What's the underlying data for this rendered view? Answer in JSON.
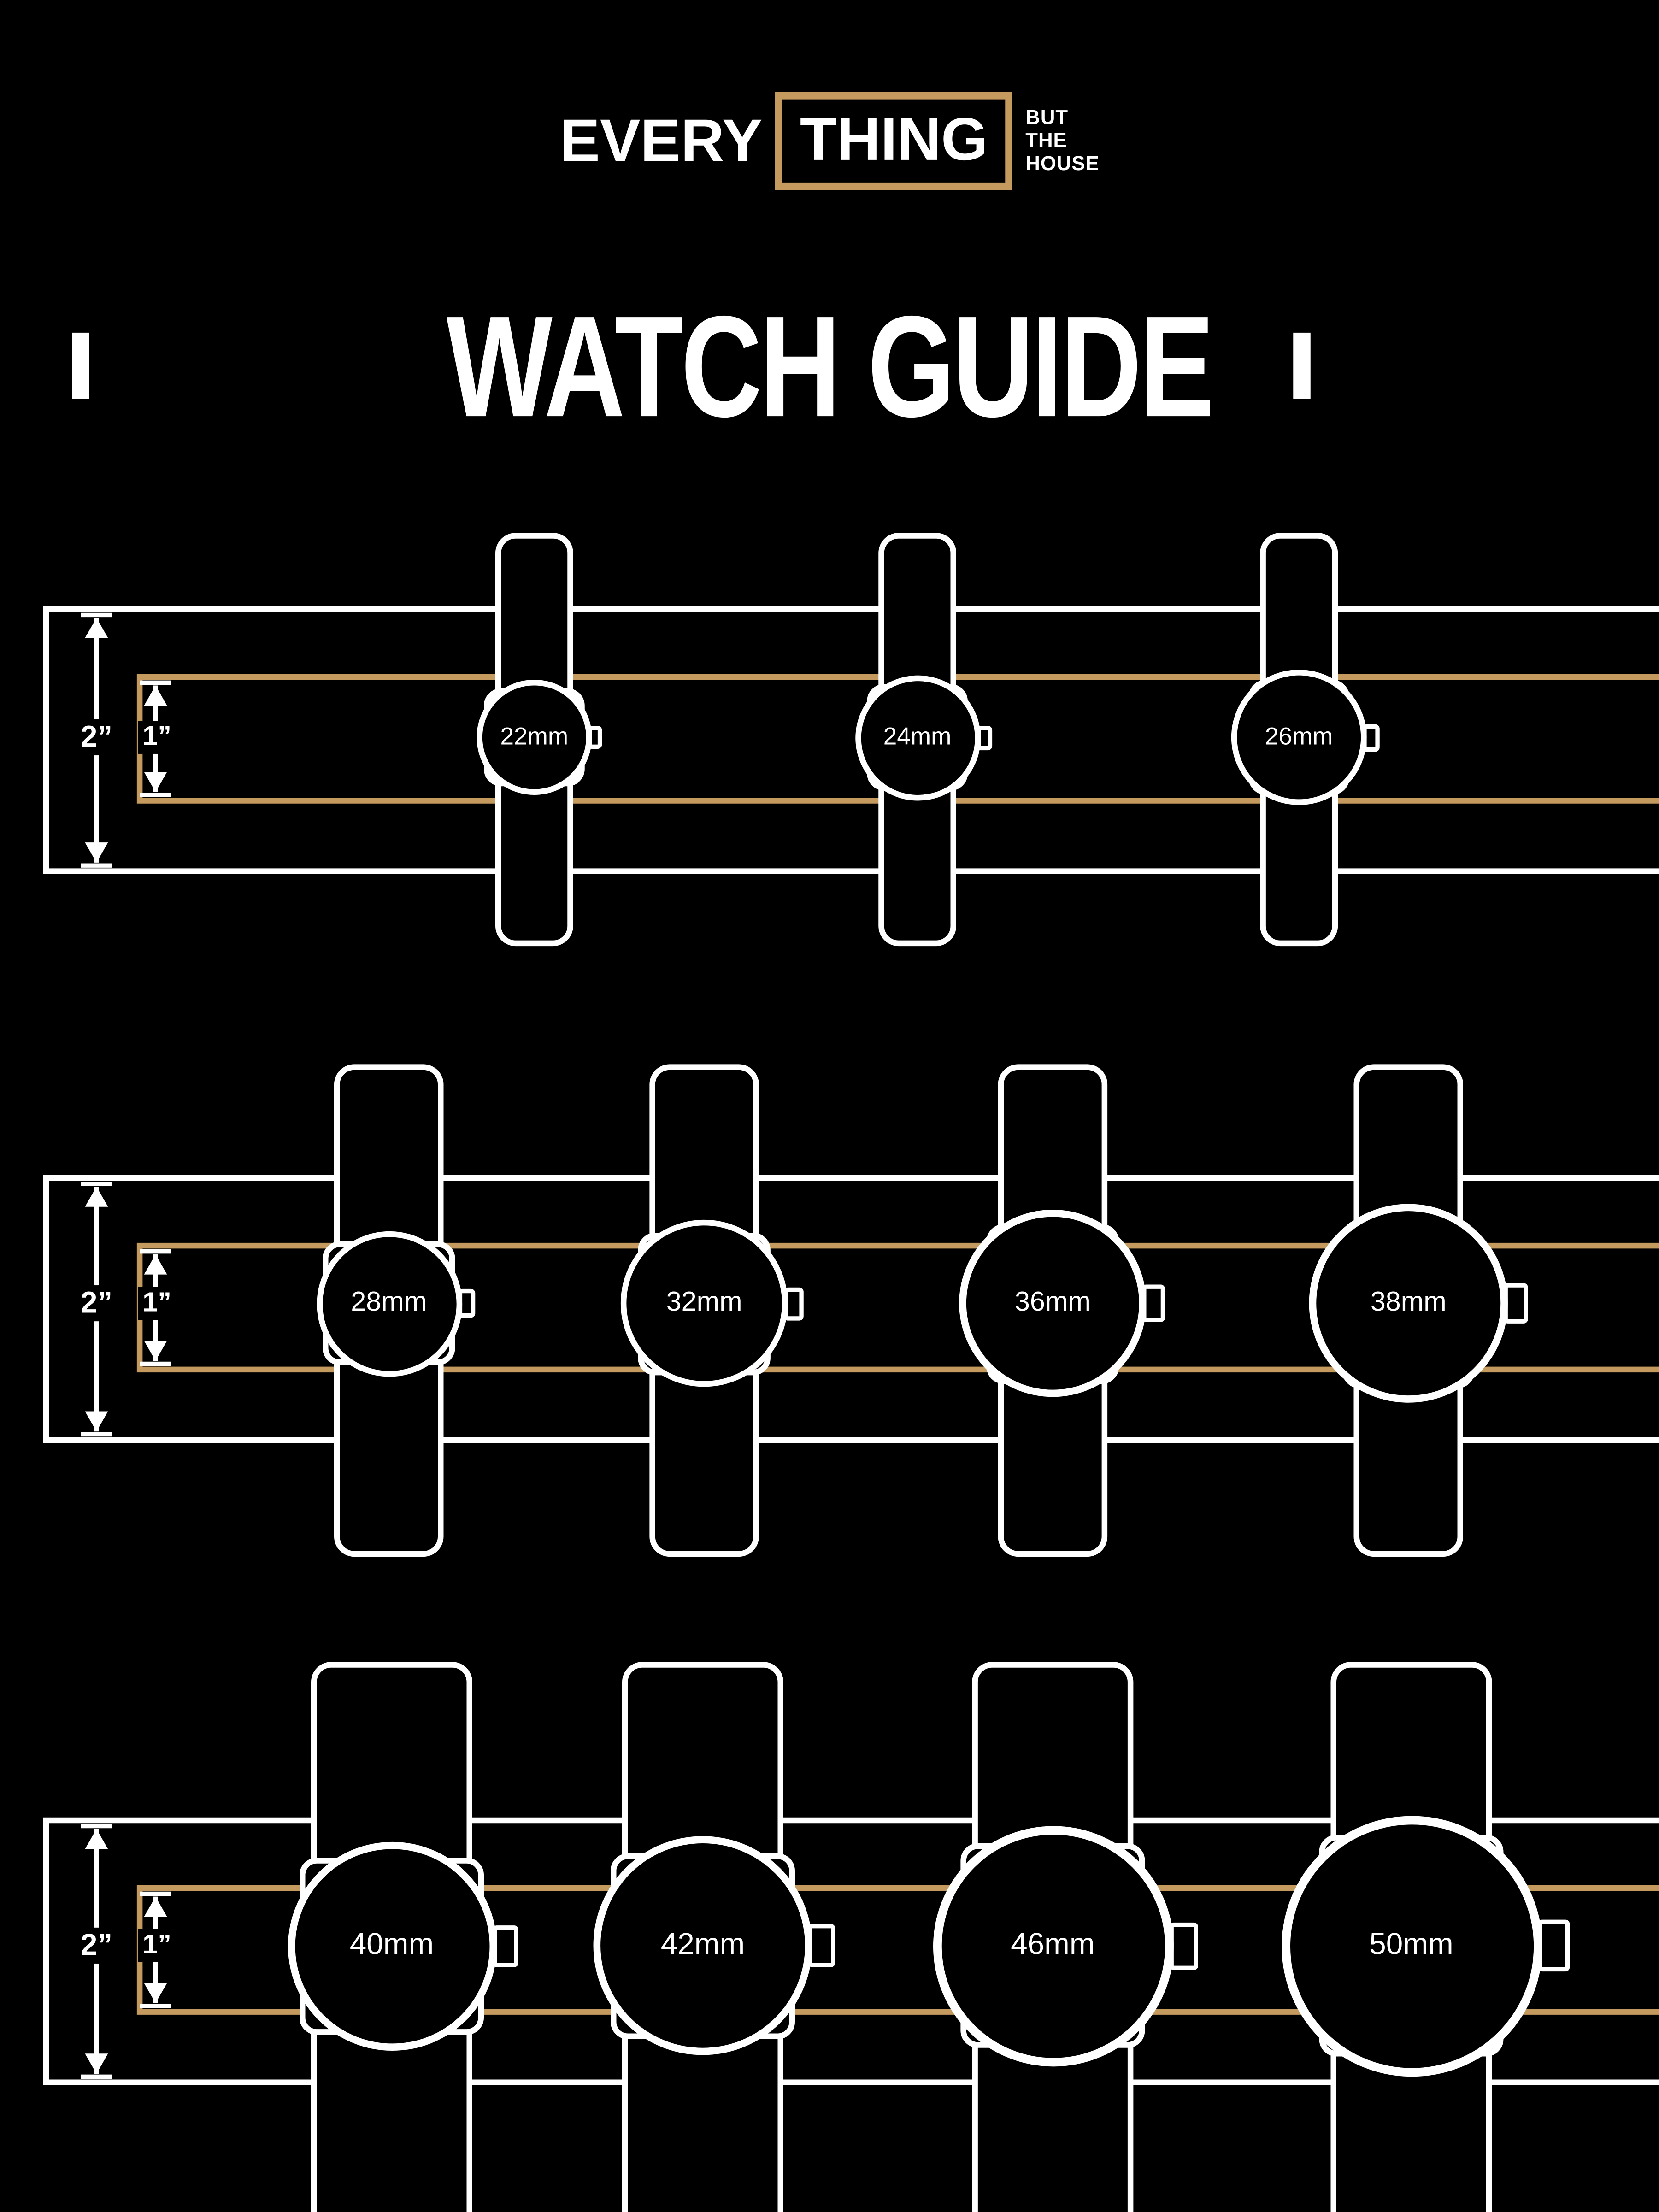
{
  "logo": {
    "every": "EVERY",
    "thing": "THING",
    "but": "BUT",
    "the": "THE",
    "house": "HOUSE"
  },
  "title": "WATCH GUIDE",
  "colors": {
    "background": "#000000",
    "accent_tan": "#C59A5F",
    "line_white": "#FFFFFF"
  },
  "dimension_labels": {
    "outer_band": "2”",
    "inner_band": "1”"
  },
  "rows": [
    {
      "watches": [
        {
          "mm": 22,
          "label": "22mm"
        },
        {
          "mm": 24,
          "label": "24mm"
        },
        {
          "mm": 26,
          "label": "26mm"
        }
      ]
    },
    {
      "watches": [
        {
          "mm": 28,
          "label": "28mm"
        },
        {
          "mm": 32,
          "label": "32mm"
        },
        {
          "mm": 36,
          "label": "36mm"
        },
        {
          "mm": 38,
          "label": "38mm"
        }
      ]
    },
    {
      "watches": [
        {
          "mm": 40,
          "label": "40mm"
        },
        {
          "mm": 42,
          "label": "42mm"
        },
        {
          "mm": 46,
          "label": "46mm"
        },
        {
          "mm": 50,
          "label": "50mm"
        }
      ]
    }
  ]
}
